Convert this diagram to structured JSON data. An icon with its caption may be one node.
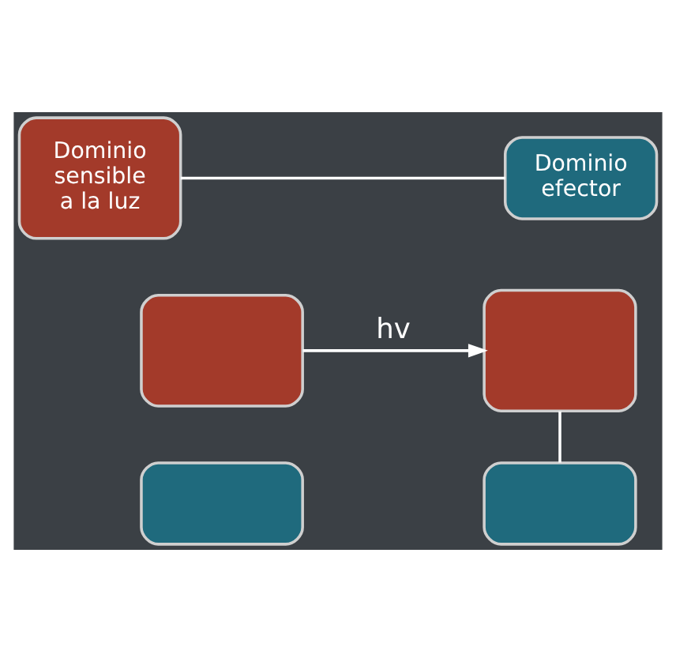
{
  "diagram": {
    "nodes": [
      {
        "text": [
          "Dominio sensible a la luz"
        ]
      },
      {
        "text": [
          "Dominio efector"
        ]
      },
      {
        "text": [],
        "shape": "box"
      },
      {
        "text": [],
        "shape": "box"
      },
      {
        "text": [],
        "shape": "box"
      },
      {
        "text": [],
        "shape": "box"
      }
    ],
    "edges": [
      {
        "from": 0,
        "to": 1,
        "arrow": "none"
      },
      {
        "from": 2,
        "to": 4,
        "arrow": "to",
        "label": "hv"
      },
      {
        "from": 4,
        "to": 5,
        "arrow": "none"
      }
    ]
  }
}
